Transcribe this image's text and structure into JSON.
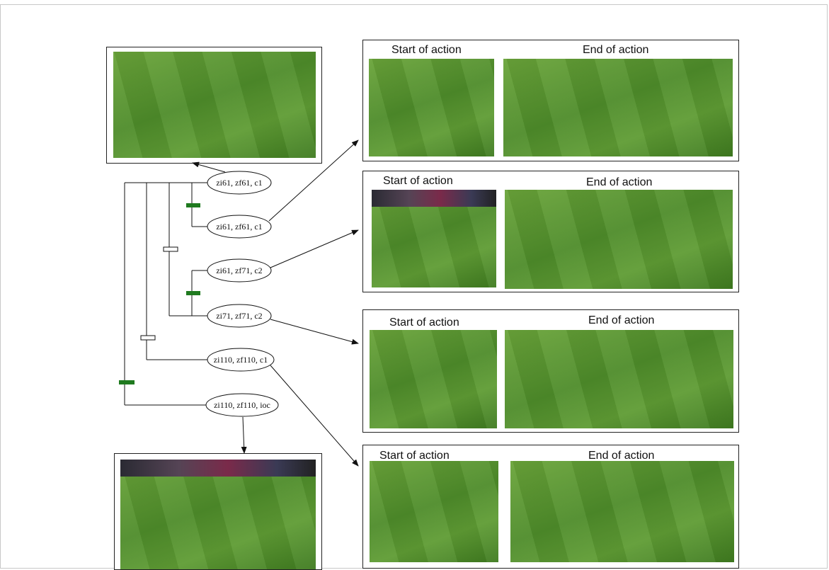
{
  "caption_start": "Start of action",
  "caption_end": "End of action",
  "nodes": [
    {
      "label": "zi61, zf61, c1"
    },
    {
      "label": "zi61, zf61, c1"
    },
    {
      "label": "zi61, zf71, c2"
    },
    {
      "label": "zi71, zf71, c2"
    },
    {
      "label": "zi110, zf110, c1"
    },
    {
      "label": "zi110, zf110, ioc"
    }
  ],
  "edge_marker_colors": {
    "filled": "#1f7a1f",
    "hollow": "#ffffff"
  }
}
